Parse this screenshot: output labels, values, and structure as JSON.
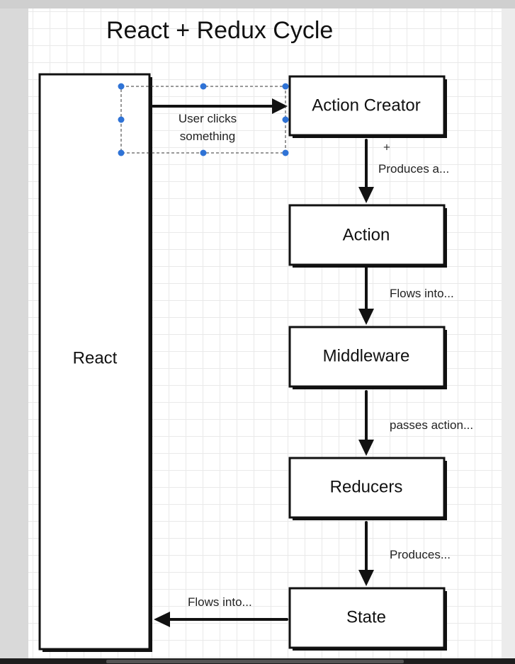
{
  "title": "React + Redux Cycle",
  "nodes": [
    {
      "id": "react",
      "label": "React"
    },
    {
      "id": "action-creator",
      "label": "Action Creator"
    },
    {
      "id": "action",
      "label": "Action"
    },
    {
      "id": "middleware",
      "label": "Middleware"
    },
    {
      "id": "reducers",
      "label": "Reducers"
    },
    {
      "id": "state",
      "label": "State"
    }
  ],
  "edges": [
    {
      "from": "react",
      "to": "action-creator",
      "label_line1": "User clicks",
      "label_line2": "something"
    },
    {
      "from": "action-creator",
      "to": "action",
      "label": "Produces a..."
    },
    {
      "from": "action",
      "to": "middleware",
      "label": "Flows into..."
    },
    {
      "from": "middleware",
      "to": "reducers",
      "label": "passes action..."
    },
    {
      "from": "reducers",
      "to": "state",
      "label": "Produces..."
    },
    {
      "from": "state",
      "to": "react",
      "label": "Flows into..."
    }
  ],
  "cursor_glyph": "+"
}
